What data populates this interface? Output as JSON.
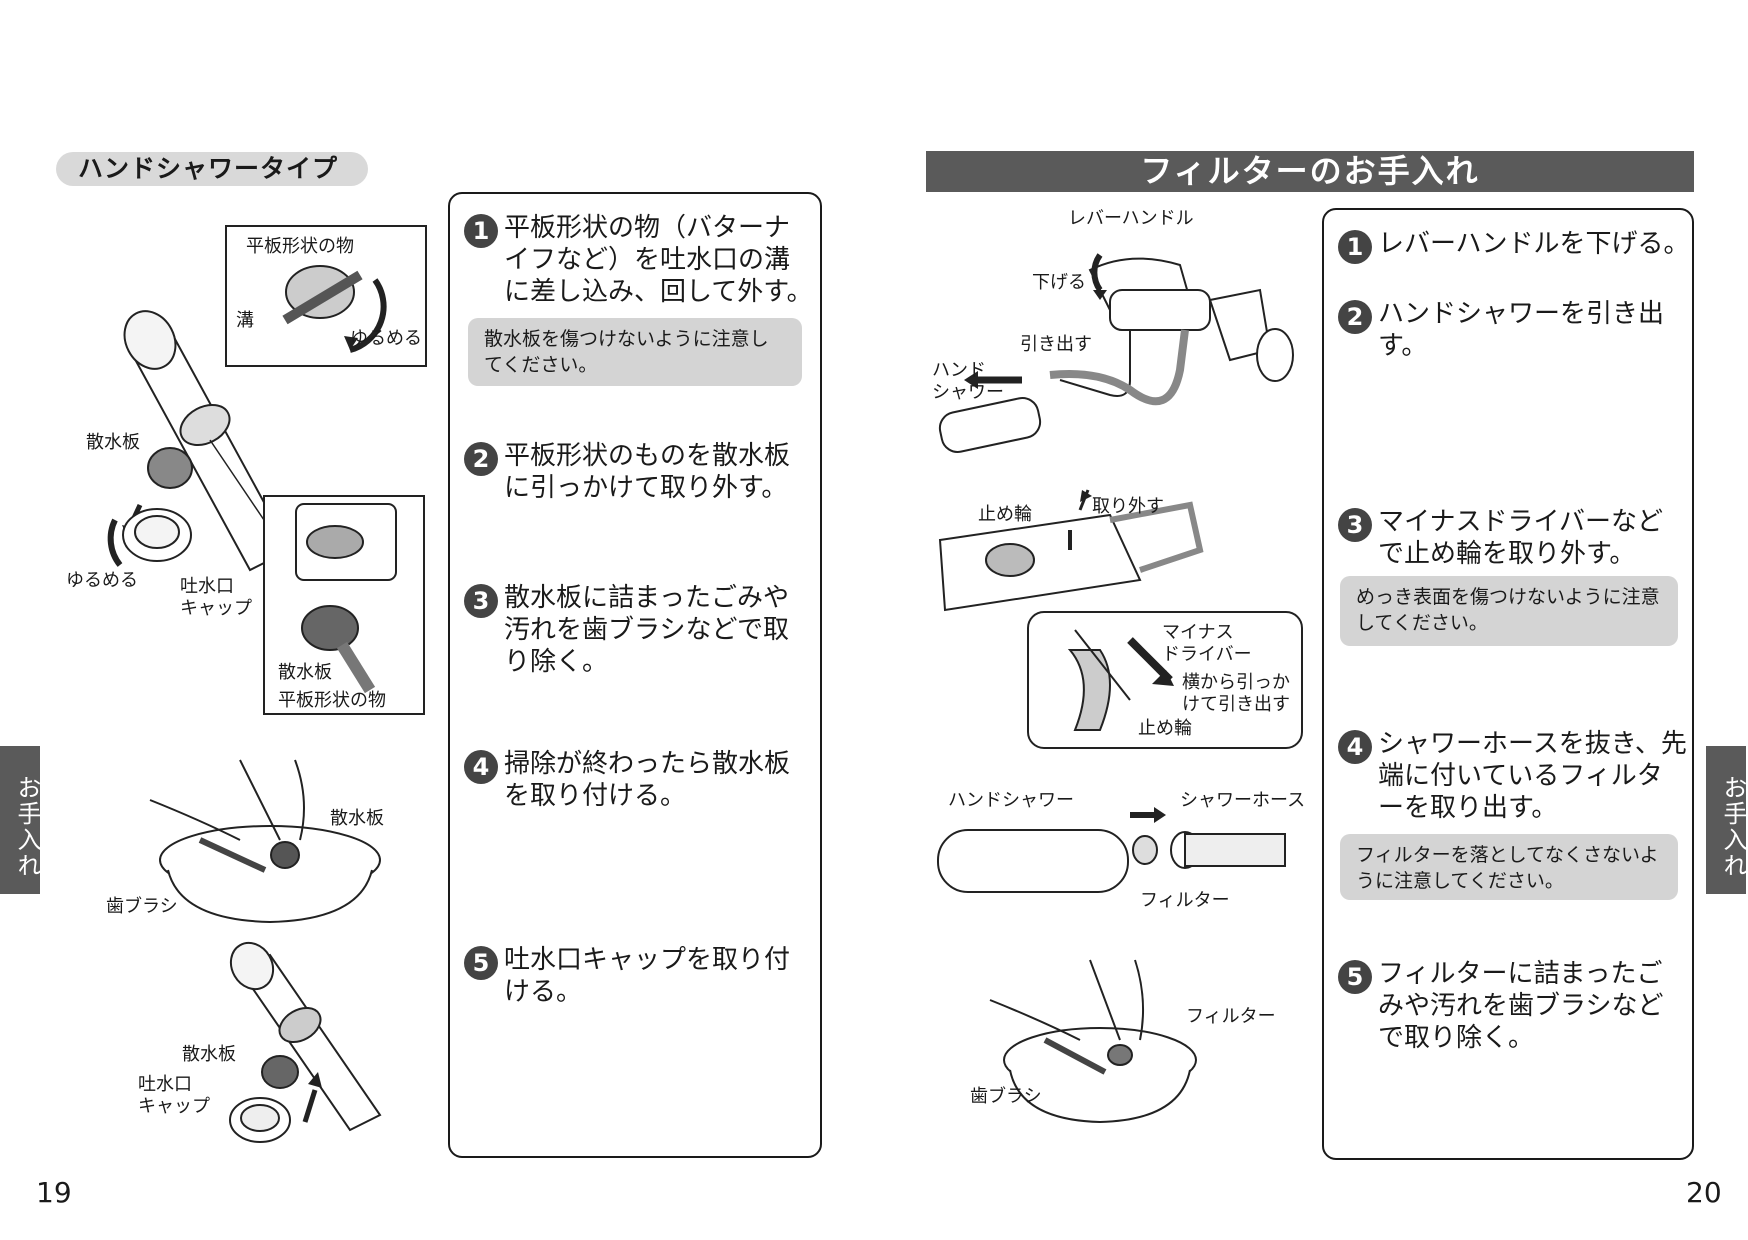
{
  "left_page": {
    "header": "ハンドシャワータイプ",
    "steps": [
      {
        "num": "1",
        "text": "平板形状の物（バターナイフなど）を吐水口の溝に差し込み、回して外す。"
      },
      {
        "num": "2",
        "text": "平板形状のものを散水板に引っかけて取り外す。"
      },
      {
        "num": "3",
        "text": "散水板に詰まったごみや汚れを歯ブラシなどで取り除く。"
      },
      {
        "num": "4",
        "text": "掃除が終わったら散水板を取り付ける。"
      },
      {
        "num": "5",
        "text": "吐水口キャップを取り付ける。"
      }
    ],
    "note1": "散水板を傷つけないように注意してください。",
    "labels": {
      "flat_object_top": "平板形状の物",
      "groove": "溝",
      "loosen_top": "ゆるめる",
      "spray_plate_1": "散水板",
      "loosen_left": "ゆるめる",
      "outlet_cap_1": "吐水口\nキャップ",
      "spray_plate_inset": "散水板",
      "flat_object_inset": "平板形状の物",
      "spray_plate_2": "散水板",
      "toothbrush_1": "歯ブラシ",
      "spray_plate_3": "散水板",
      "outlet_cap_2": "吐水口\nキャップ"
    },
    "side_tab": "お手入れ",
    "page_number": "19"
  },
  "right_page": {
    "header": "フィルターのお手入れ",
    "steps": [
      {
        "num": "1",
        "text": "レバーハンドルを下げる。"
      },
      {
        "num": "2",
        "text": "ハンドシャワーを引き出す。"
      },
      {
        "num": "3",
        "text": "マイナスドライバーなどで止め輪を取り外す。"
      },
      {
        "num": "4",
        "text": "シャワーホースを抜き、先端に付いているフィルターを取り出す。"
      },
      {
        "num": "5",
        "text": "フィルターに詰まったごみや汚れを歯ブラシなどで取り除く。"
      }
    ],
    "note3": "めっき表面を傷つけないように注意してください。",
    "note4": "フィルターを落としてなくさないように注意してください。",
    "labels": {
      "lever_handle": "レバーハンドル",
      "lower": "下げる",
      "pull_out": "引き出す",
      "hand_shower": "ハンド\nシャワー",
      "stop_ring": "止め輪",
      "remove": "取り外す",
      "minus_driver": "マイナス\nドライバー",
      "side_pull": "横から引っか\nけて引き出す",
      "stop_ring_inset": "止め輪",
      "hand_shower_2": "ハンドシャワー",
      "shower_hose": "シャワーホース",
      "filter_1": "フィルター",
      "filter_2": "フィルター",
      "toothbrush_2": "歯ブラシ"
    },
    "side_tab": "お手入れ",
    "page_number": "20"
  }
}
